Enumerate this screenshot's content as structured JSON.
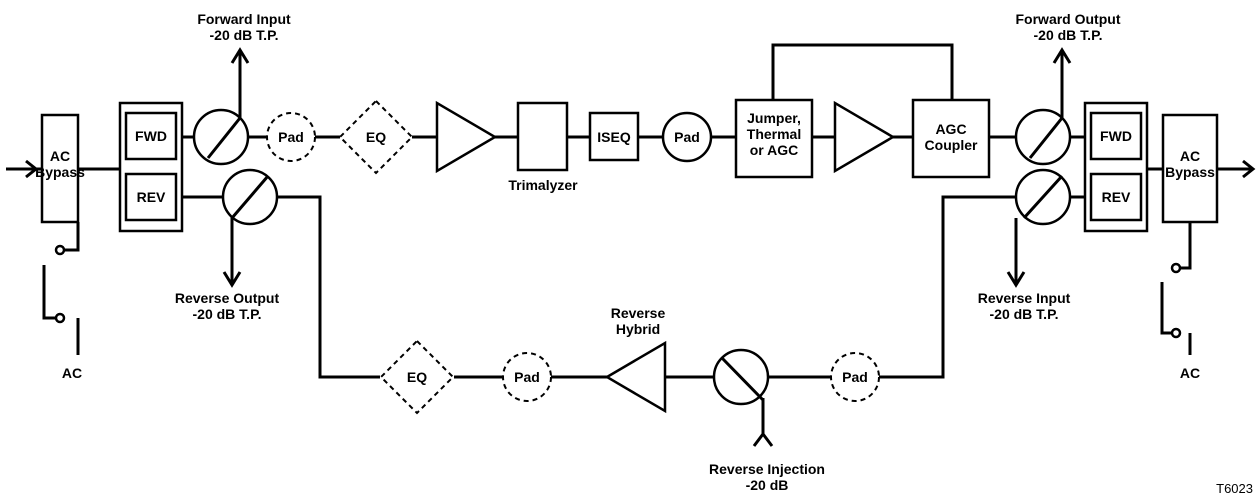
{
  "labels": {
    "forward_input": [
      "Forward Input",
      "-20 dB T.P."
    ],
    "forward_output": [
      "Forward Output",
      "-20 dB T.P."
    ],
    "reverse_output": [
      "Reverse Output",
      "-20 dB T.P."
    ],
    "reverse_input": [
      "Reverse Input",
      "-20 dB T.P."
    ],
    "reverse_injection": [
      "Reverse Injection",
      "-20 dB"
    ],
    "reverse_hybrid": [
      "Reverse",
      "Hybrid"
    ],
    "trimalyzer": "Trimalyzer",
    "figure_id": "T6023"
  },
  "blocks": {
    "ac_bypass_left": [
      "AC",
      "Bypass"
    ],
    "ac_bypass_right": [
      "AC",
      "Bypass"
    ],
    "fwd_left": "FWD",
    "rev_left": "REV",
    "fwd_right": "FWD",
    "rev_right": "REV",
    "pad_fwd_1": "Pad",
    "eq_fwd": "EQ",
    "iseq": "ISEQ",
    "pad_fwd_2": "Pad",
    "jumper": [
      "Jumper,",
      "Thermal",
      "or AGC"
    ],
    "agc_coupler": [
      "AGC",
      "Coupler"
    ],
    "eq_rev": "EQ",
    "pad_rev_1": "Pad",
    "pad_rev_2": "Pad",
    "ac_left": "AC",
    "ac_right": "AC"
  }
}
